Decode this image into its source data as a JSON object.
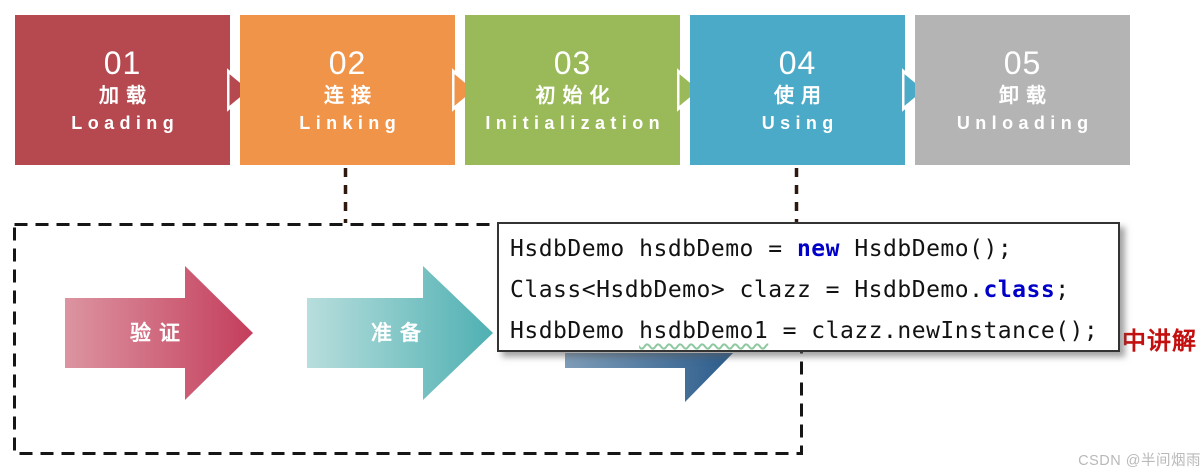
{
  "stages": [
    {
      "number": "01",
      "label_zh": "加载",
      "label_en": "Loading",
      "color": "#b5494f"
    },
    {
      "number": "02",
      "label_zh": "连接",
      "label_en": "Linking",
      "color": "#f0944a"
    },
    {
      "number": "03",
      "label_zh": "初始化",
      "label_en": "Initialization",
      "color": "#9aba59"
    },
    {
      "number": "04",
      "label_zh": "使用",
      "label_en": "Using",
      "color": "#4aaac7"
    },
    {
      "number": "05",
      "label_zh": "卸载",
      "label_en": "Unloading",
      "color": "#b5b4b4"
    }
  ],
  "linking_detail_box": {
    "arrows": [
      {
        "label": "验证",
        "gradient_from": "#dc94a1",
        "gradient_to": "#c43e5c"
      },
      {
        "label": "准备",
        "gradient_from": "#b8dedd",
        "gradient_to": "#4fb0b2"
      }
    ],
    "callout": {
      "gradient_from": "#7e9db9",
      "gradient_to": "#2c5c8b"
    }
  },
  "code_box": {
    "keyword_color": "#0000c8",
    "lines": [
      {
        "s1": "HsdbDemo hsdbDemo = ",
        "kw": "new",
        "s2": " HsdbDemo();"
      },
      {
        "s1": "Class<HsdbDemo> clazz = HsdbDemo.",
        "kw": "class",
        "s2": ";"
      },
      {
        "s1": "HsdbDemo ",
        "u": "hsdbDemo1",
        "s2": " = clazz.newInstance();"
      }
    ]
  },
  "annotation": {
    "text": "中讲解",
    "color": "#c40f0f"
  },
  "watermark": "CSDN @半间烟雨"
}
